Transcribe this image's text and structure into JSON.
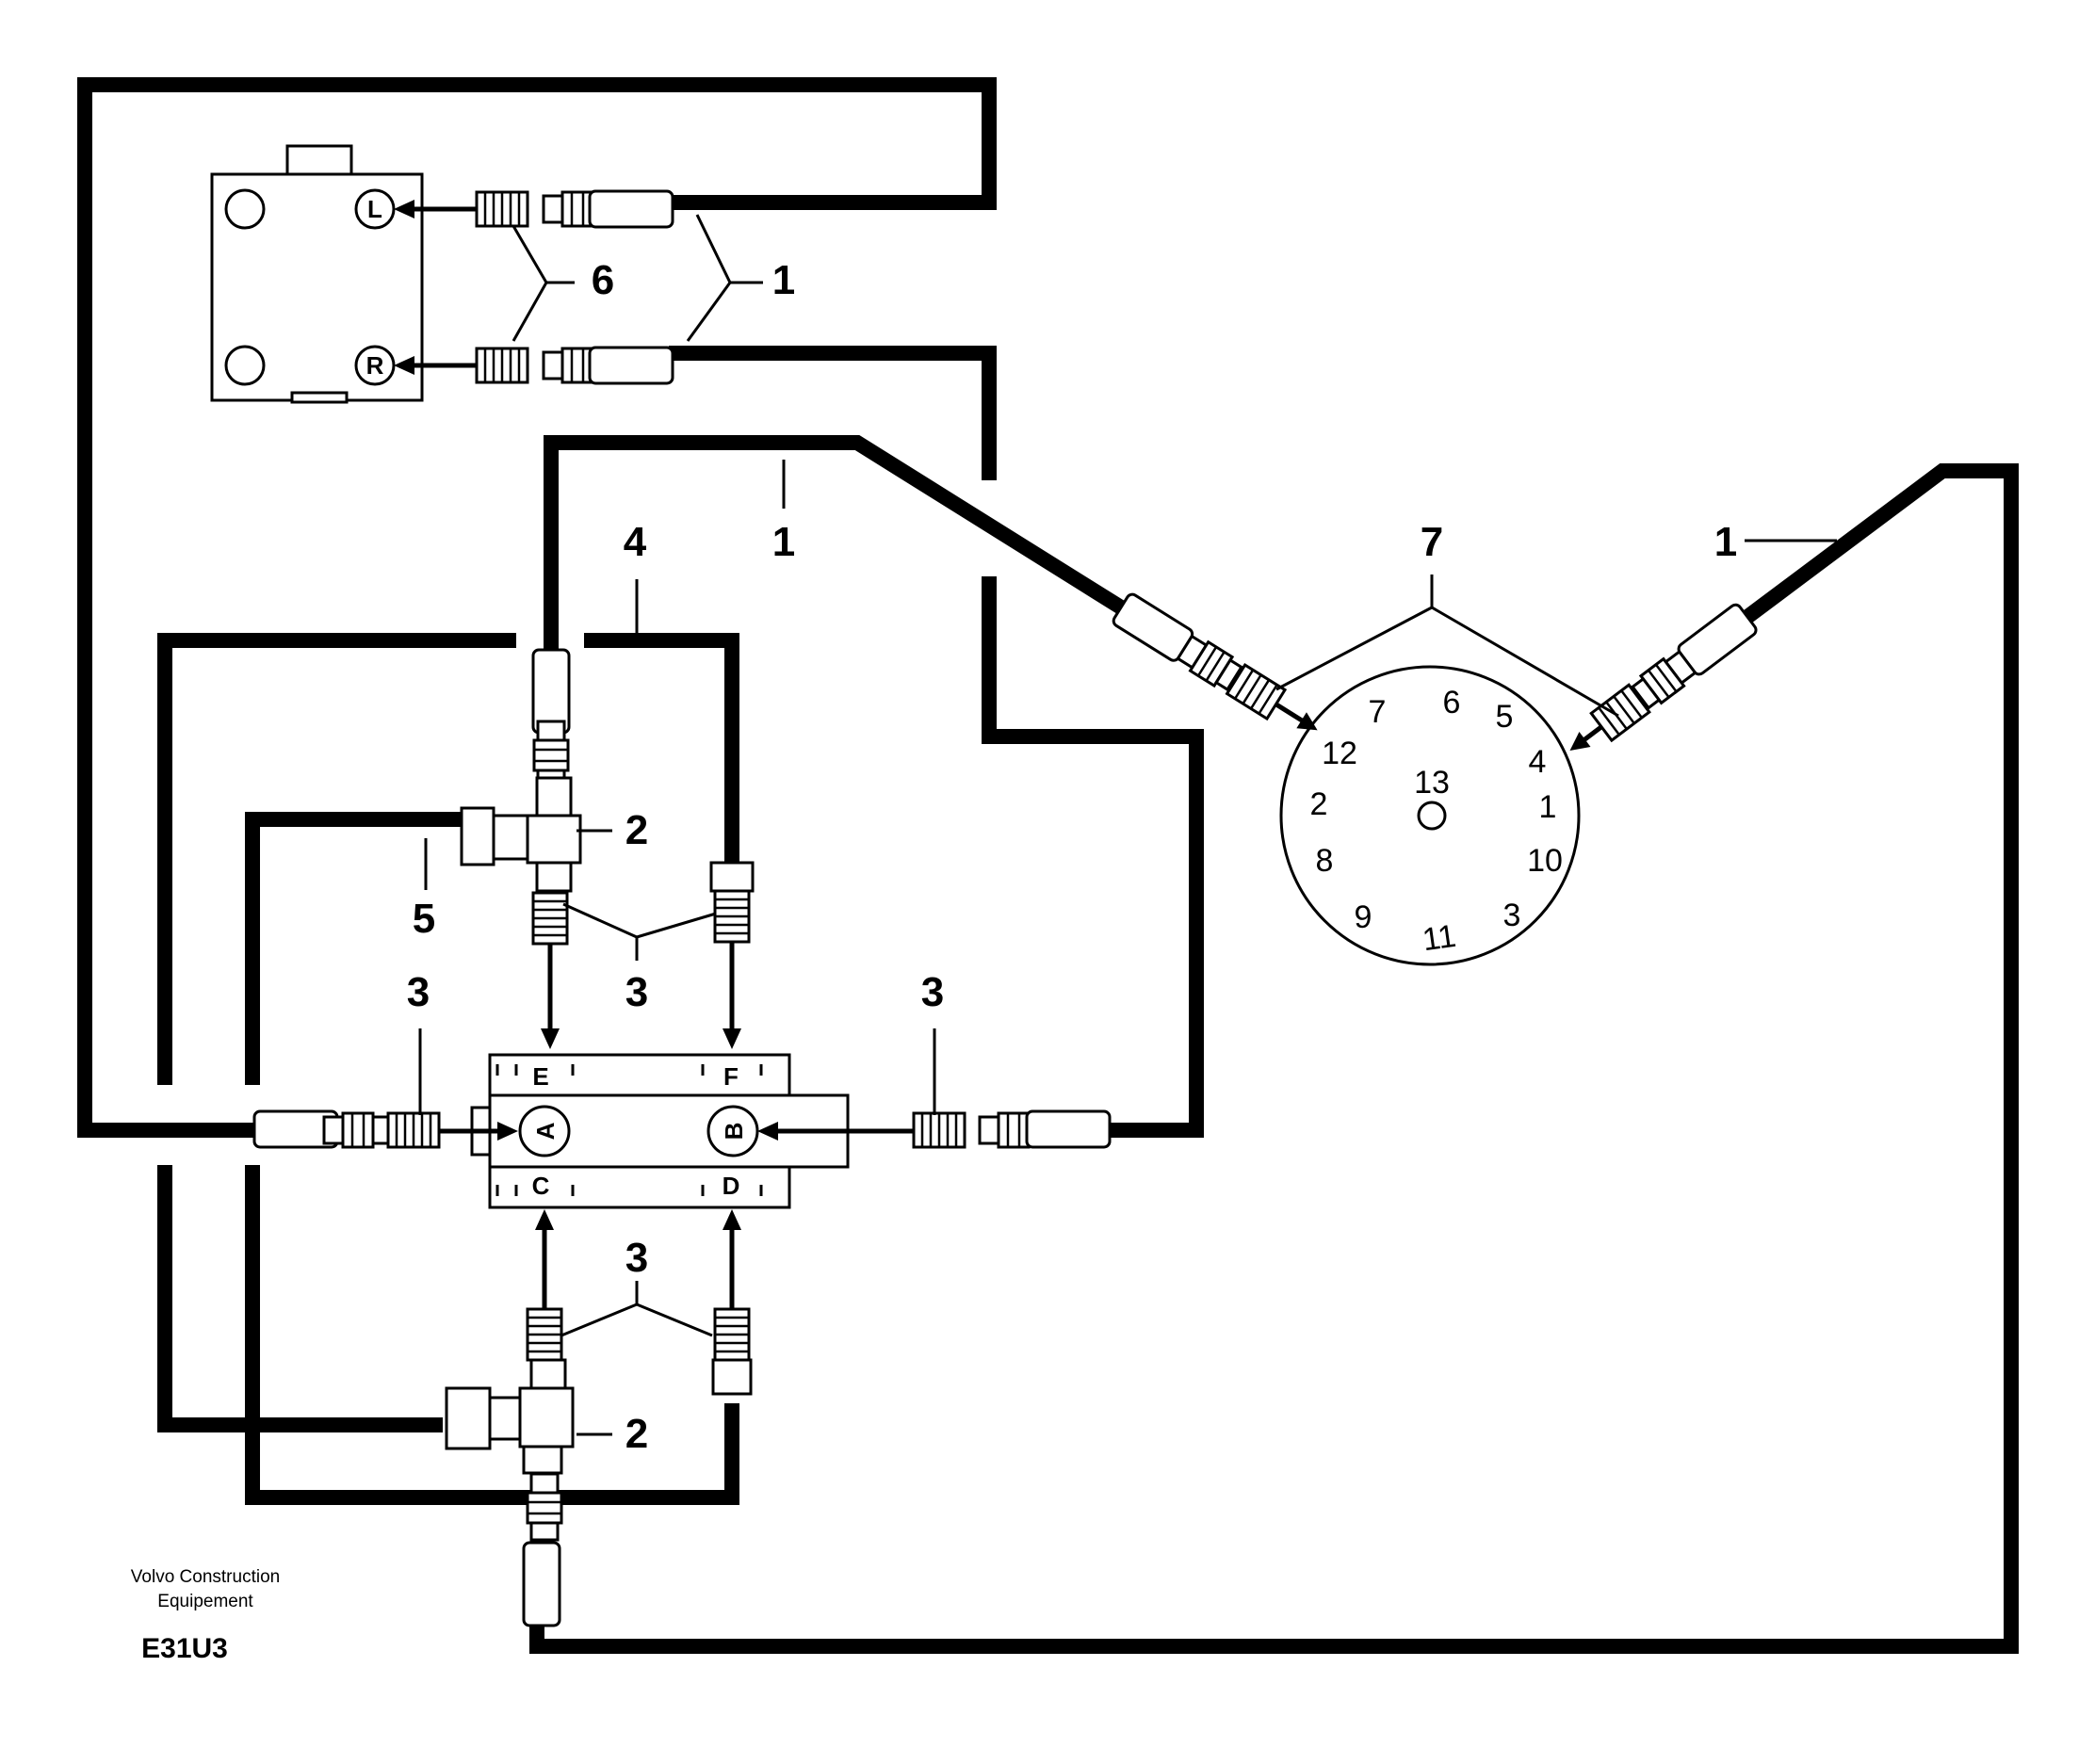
{
  "callouts": {
    "c1a": "1",
    "c1b": "1",
    "c1c": "1",
    "c2a": "2",
    "c2b": "2",
    "c3a": "3",
    "c3b": "3",
    "c3c": "3",
    "c3d": "3",
    "c4": "4",
    "c5": "5",
    "c6": "6",
    "c7": "7"
  },
  "control_valve": {
    "left_port": "L",
    "right_port": "R"
  },
  "distributor_block": {
    "port_a": "A",
    "port_b": "B",
    "port_c": "C",
    "port_d": "D",
    "port_e": "E",
    "port_f": "F"
  },
  "rotary_coupling": {
    "ports": [
      "7",
      "6",
      "5",
      "12",
      "4",
      "13",
      "2",
      "1",
      "8",
      "10",
      "9",
      "3",
      "11"
    ]
  },
  "caption": {
    "line1": "Volvo Construction",
    "line2": "Equipement",
    "code": "E31U3"
  }
}
